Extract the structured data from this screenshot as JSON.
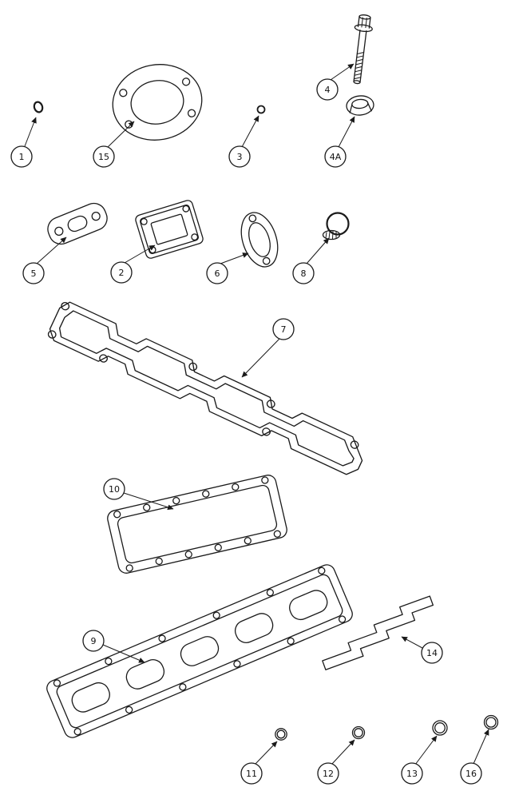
{
  "colors": {
    "background": "#ffffff",
    "line": "#1a1a1a"
  },
  "callouts": [
    {
      "label": "1",
      "part": "o-ring-small"
    },
    {
      "label": "15",
      "part": "circular-cover-gasket"
    },
    {
      "label": "3",
      "part": "o-ring-tiny"
    },
    {
      "label": "4",
      "part": "flange-bolt"
    },
    {
      "label": "4A",
      "part": "cup-plug"
    },
    {
      "label": "5",
      "part": "oval-flange-gasket"
    },
    {
      "label": "2",
      "part": "square-port-gasket"
    },
    {
      "label": "6",
      "part": "oval-port-gasket"
    },
    {
      "label": "8",
      "part": "threaded-plug-with-o-ring"
    },
    {
      "label": "7",
      "part": "valve-cover-gasket"
    },
    {
      "label": "10",
      "part": "rectangular-cover-gasket"
    },
    {
      "label": "9",
      "part": "manifold-gasket"
    },
    {
      "label": "14",
      "part": "stepped-gasket"
    },
    {
      "label": "11",
      "part": "o-ring"
    },
    {
      "label": "12",
      "part": "o-ring"
    },
    {
      "label": "13",
      "part": "o-ring"
    },
    {
      "label": "16",
      "part": "o-ring"
    }
  ]
}
